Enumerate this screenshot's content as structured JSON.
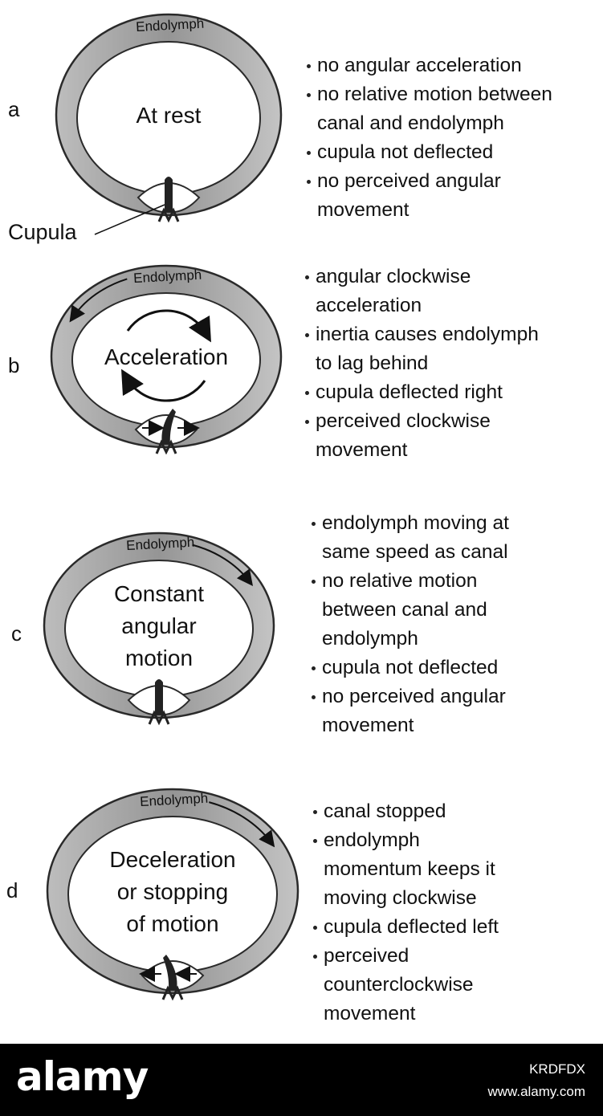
{
  "panels": [
    {
      "letter": "a",
      "center_text": [
        "At rest"
      ],
      "fluid_label": "Endolymph",
      "bullets": [
        [
          "no angular acceleration"
        ],
        [
          "no relative motion between",
          "canal and endolymph"
        ],
        [
          "cupula not deflected"
        ],
        [
          "no perceived angular",
          "movement"
        ]
      ]
    },
    {
      "letter": "b",
      "center_text": [
        "Acceleration"
      ],
      "fluid_label": "Endolymph",
      "bullets": [
        [
          "angular clockwise",
          "acceleration"
        ],
        [
          "inertia causes endolymph",
          "to lag behind"
        ],
        [
          "cupula deflected right"
        ],
        [
          "perceived clockwise",
          "movement"
        ]
      ]
    },
    {
      "letter": "c",
      "center_text": [
        "Constant",
        "angular",
        "motion"
      ],
      "fluid_label": "Endolymph",
      "bullets": [
        [
          "endolymph moving at",
          "same speed as canal"
        ],
        [
          "no relative motion",
          "between canal and",
          "endolymph"
        ],
        [
          "cupula not deflected"
        ],
        [
          "no perceived angular",
          "movement"
        ]
      ]
    },
    {
      "letter": "d",
      "center_text": [
        "Deceleration",
        "or stopping",
        "of motion"
      ],
      "fluid_label": "Endolymph",
      "bullets": [
        [
          "canal stopped"
        ],
        [
          "endolymph",
          "momentum keeps it",
          "moving clockwise"
        ],
        [
          "cupula deflected left"
        ],
        [
          "perceived",
          "counterclockwise",
          "movement"
        ]
      ]
    }
  ],
  "cupula_label": "Cupula",
  "footer": {
    "brand": "alamy",
    "image_code": "KRDFDX",
    "site": "www.alamy.com"
  },
  "colors": {
    "canal_fill": "#a6a6a6",
    "canal_edge": "#2a2a2a",
    "cupula": "#222222",
    "footer_bg": "#000000"
  }
}
